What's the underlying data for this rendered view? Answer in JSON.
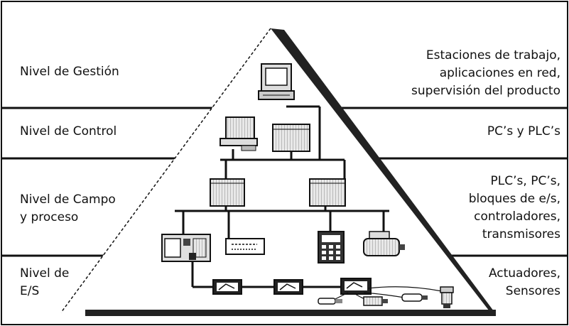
{
  "levels": [
    {
      "left_lines": [
        "Nivel de Gestión"
      ],
      "right_lines": [
        "Estaciones de trabajo,",
        "aplicaciones en red,",
        "supervisión del producto"
      ]
    },
    {
      "left_lines": [
        "Nivel de Control"
      ],
      "right_lines": [
        "PC’s y PLC’s"
      ]
    },
    {
      "left_lines": [
        "Nivel de Campo",
        "y proceso"
      ],
      "right_lines": [
        "PLC’s, PC’s,",
        "bloques de e/s,",
        "controladores,",
        "transmisores"
      ]
    },
    {
      "left_lines": [
        "Nivel de",
        "E/S"
      ],
      "right_lines": [
        "Actuadores,",
        "Sensores"
      ]
    }
  ],
  "colors": {
    "line": "#111111",
    "device_body": "#e6e6e6",
    "background": "#ffffff"
  },
  "icons": [
    "workstation-icon",
    "pc-icon",
    "plc-icon",
    "drive-icon",
    "controller-icon",
    "motor-icon",
    "sensor-icon",
    "actuator-icon"
  ]
}
